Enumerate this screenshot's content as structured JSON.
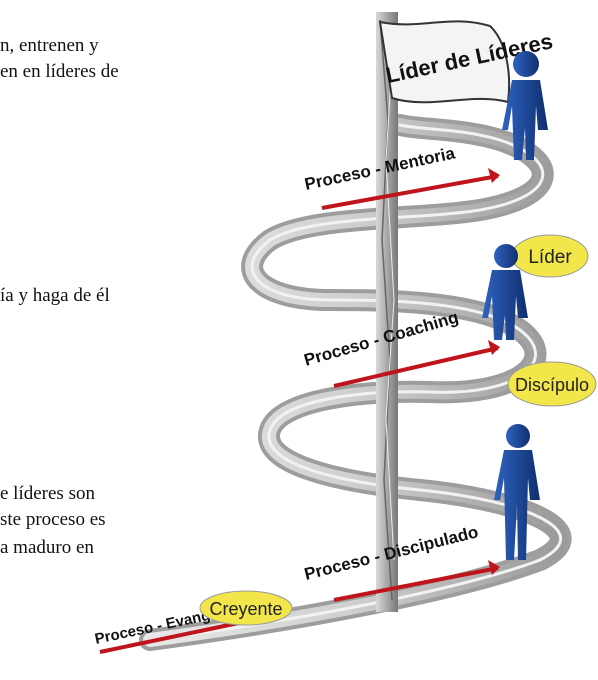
{
  "text_fragments": {
    "p1_line1": "n,  entrenen  y",
    "p1_line2": "en en líderes de",
    "p2_line1": "ía  y  haga  de  él",
    "p3_line1": "e   líderes   son",
    "p3_line2": "ste  proceso  es",
    "p3_line3": "a  maduro  en"
  },
  "diagram": {
    "flag_text": "Líder de Líderes",
    "stages": [
      {
        "label": "Proceso - Evangelización"
      },
      {
        "label": "Proceso - Discipulado"
      },
      {
        "label": "Proceso - Coaching"
      },
      {
        "label": "Proceso - Mentoria"
      }
    ],
    "badges": [
      {
        "label": "Creyente"
      },
      {
        "label": "Discípulo"
      },
      {
        "label": "Líder"
      }
    ]
  },
  "colors": {
    "arrow": "#c0141c",
    "badge": "#f3e64a",
    "figure": "#1c4ea8",
    "ramp": "#c9c9c9"
  }
}
